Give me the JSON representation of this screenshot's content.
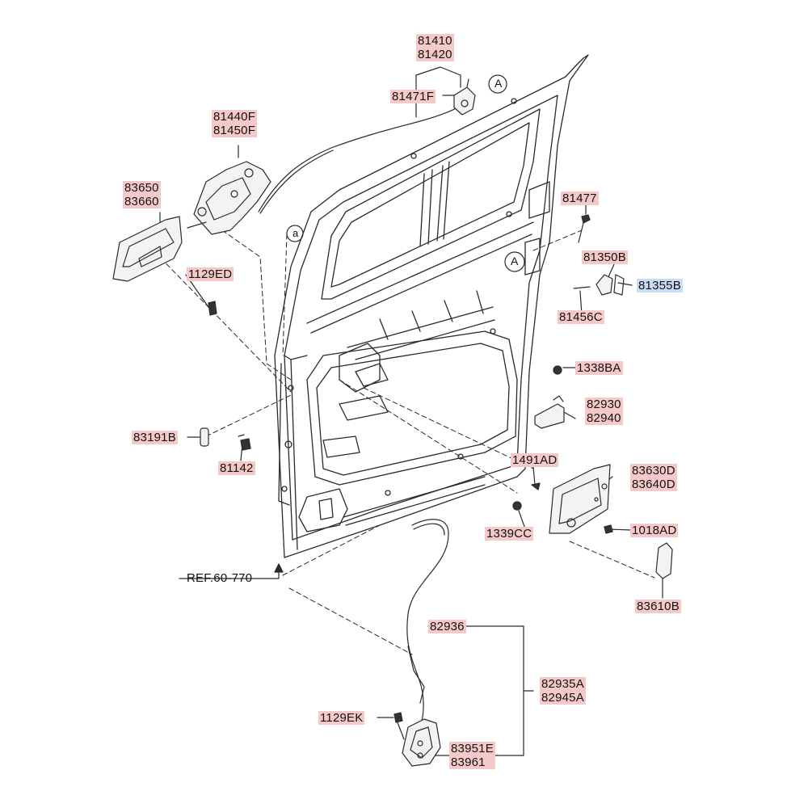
{
  "labels": {
    "p81410": "81410",
    "p81420": "81420",
    "p81471F": "81471F",
    "pA_top": "A",
    "p81440F": "81440F",
    "p81450F": "81450F",
    "p83650": "83650",
    "p83660": "83660",
    "p1129ED": "1129ED",
    "pa": "a",
    "p81477": "81477",
    "pA_mid": "A",
    "p81350B": "81350B",
    "p81355B": "81355B",
    "p81456C": "81456C",
    "p1338BA": "1338BA",
    "p82930": "82930",
    "p82940": "82940",
    "p83191B": "83191B",
    "p81142": "81142",
    "p1491AD": "1491AD",
    "p83630D": "83630D",
    "p83640D": "83640D",
    "p1339CC": "1339CC",
    "p1018AD": "1018AD",
    "pREF": "REF.60-770",
    "p83610B": "83610B",
    "p82936": "82936",
    "p82935A": "82935A",
    "p82945A": "82945A",
    "p1129EK": "1129EK",
    "p83951E": "83951E",
    "p83961": "83961"
  },
  "colors": {
    "part_label_bg": "#f6c9c9",
    "highlight_label_bg": "#c9dcf6",
    "line": "#2a2a2a"
  }
}
